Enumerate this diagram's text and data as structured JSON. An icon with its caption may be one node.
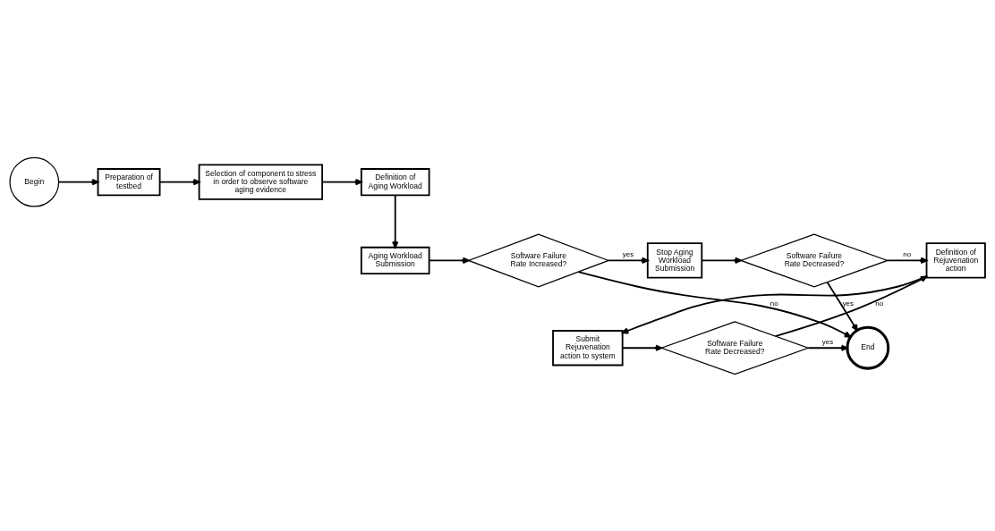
{
  "diagram": {
    "nodes": [
      {
        "text": [
          "Begin"
        ]
      },
      {
        "text": [
          "Preparation of testbed"
        ]
      },
      {
        "text": [
          "Selection of component to stress in order to observe software aging evidence"
        ]
      },
      {
        "text": [
          "Definition of Aging Workload"
        ]
      },
      {
        "text": [
          "Aging Workload Submission"
        ]
      },
      {
        "text": [
          "Software Failure Rate Increased?"
        ]
      },
      {
        "text": [
          "Stop Aging Workload Submission"
        ]
      },
      {
        "text": [
          "Software Failure Rate Decreased?"
        ]
      },
      {
        "text": [
          "Definition of Rejuvenation action"
        ]
      },
      {
        "text": [
          "Submit Rejuvenation action to system"
        ]
      },
      {
        "text": [
          "Software Failure Rate Decreased?"
        ]
      },
      {
        "text": [
          "End"
        ]
      }
    ],
    "edges": [
      {
        "from": 0,
        "to": 1,
        "arrow": "to"
      },
      {
        "from": 1,
        "to": 2,
        "arrow": "to"
      },
      {
        "from": 2,
        "to": 3,
        "arrow": "to"
      },
      {
        "from": 3,
        "to": 4,
        "arrow": "to"
      },
      {
        "from": 4,
        "to": 5,
        "arrow": "to"
      },
      {
        "from": 5,
        "to": 6,
        "arrow": "to",
        "label": "yes"
      },
      {
        "from": 5,
        "to": 11,
        "arrow": "to",
        "label": "no"
      },
      {
        "from": 6,
        "to": 7,
        "arrow": "to"
      },
      {
        "from": 7,
        "to": 8,
        "arrow": "to",
        "label": "no"
      },
      {
        "from": 7,
        "to": 11,
        "arrow": "to",
        "label": "yes"
      },
      {
        "from": 8,
        "to": 9,
        "arrow": "to"
      },
      {
        "from": 9,
        "to": 10,
        "arrow": "to"
      },
      {
        "from": 10,
        "to": 11,
        "arrow": "to",
        "label": "yes"
      },
      {
        "from": 10,
        "to": 8,
        "arrow": "to",
        "label": "no"
      }
    ]
  }
}
